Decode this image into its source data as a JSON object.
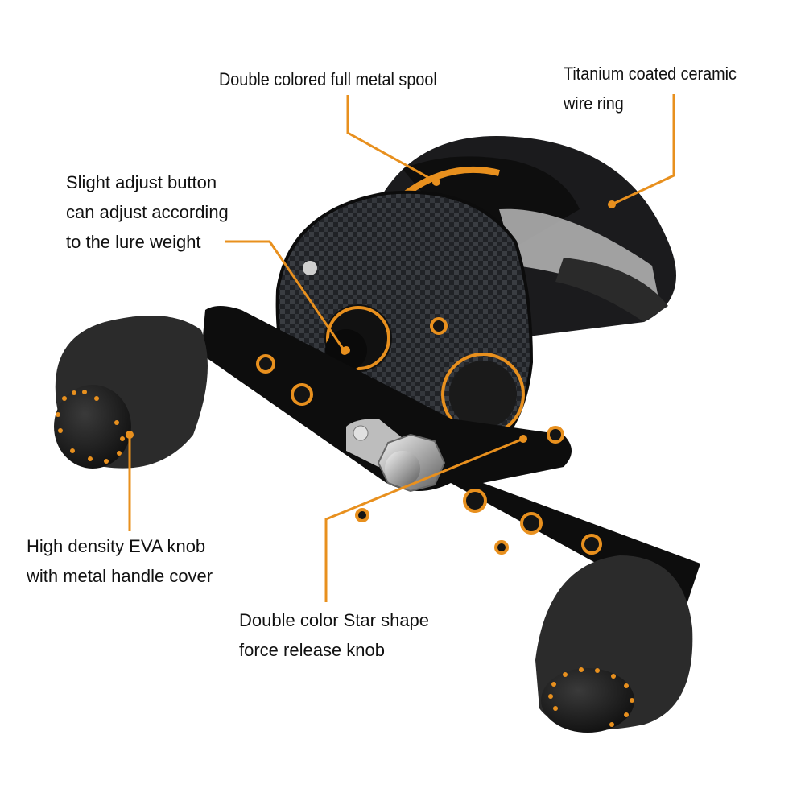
{
  "product": {
    "name": "baitcasting-fishing-reel",
    "accent_color": "#e8901e",
    "body_color": "#1a1a1a",
    "metal_color": "#c0c0c0"
  },
  "annotations": [
    {
      "id": "spool",
      "lines": [
        "Double colored full metal spool"
      ]
    },
    {
      "id": "wire-ring",
      "lines": [
        "Titanium coated ceramic",
        "wire ring"
      ]
    },
    {
      "id": "adjust-button",
      "lines": [
        "Slight adjust button",
        "can adjust according",
        "to the lure weight"
      ]
    },
    {
      "id": "eva-knob",
      "lines": [
        "High density EVA knob",
        "with metal handle cover"
      ]
    },
    {
      "id": "star-drag",
      "lines": [
        "Double color Star shape",
        "force release knob"
      ]
    }
  ]
}
